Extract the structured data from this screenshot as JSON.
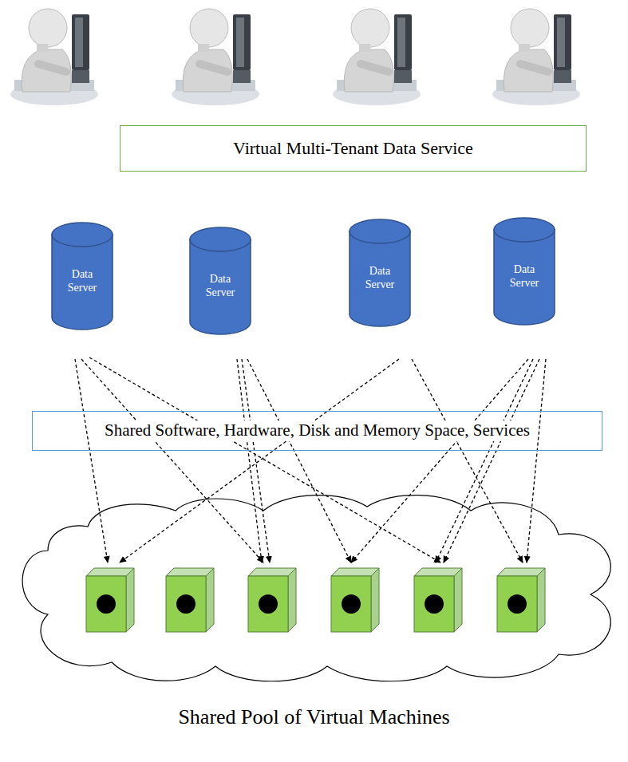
{
  "diagram": {
    "caption": "Shared Pool of Virtual Machines",
    "nodes": [
      {
        "text": [
          "Virtual Multi-Tenant Data Service"
        ]
      },
      {
        "text": [
          "Data Server"
        ]
      },
      {
        "text": [
          "Data Server"
        ]
      },
      {
        "text": [
          "Data Server"
        ]
      },
      {
        "text": [
          "Data Server"
        ]
      },
      {
        "text": [
          "Shared Software, Hardware, Disk and Memory Space, Services"
        ]
      }
    ]
  }
}
